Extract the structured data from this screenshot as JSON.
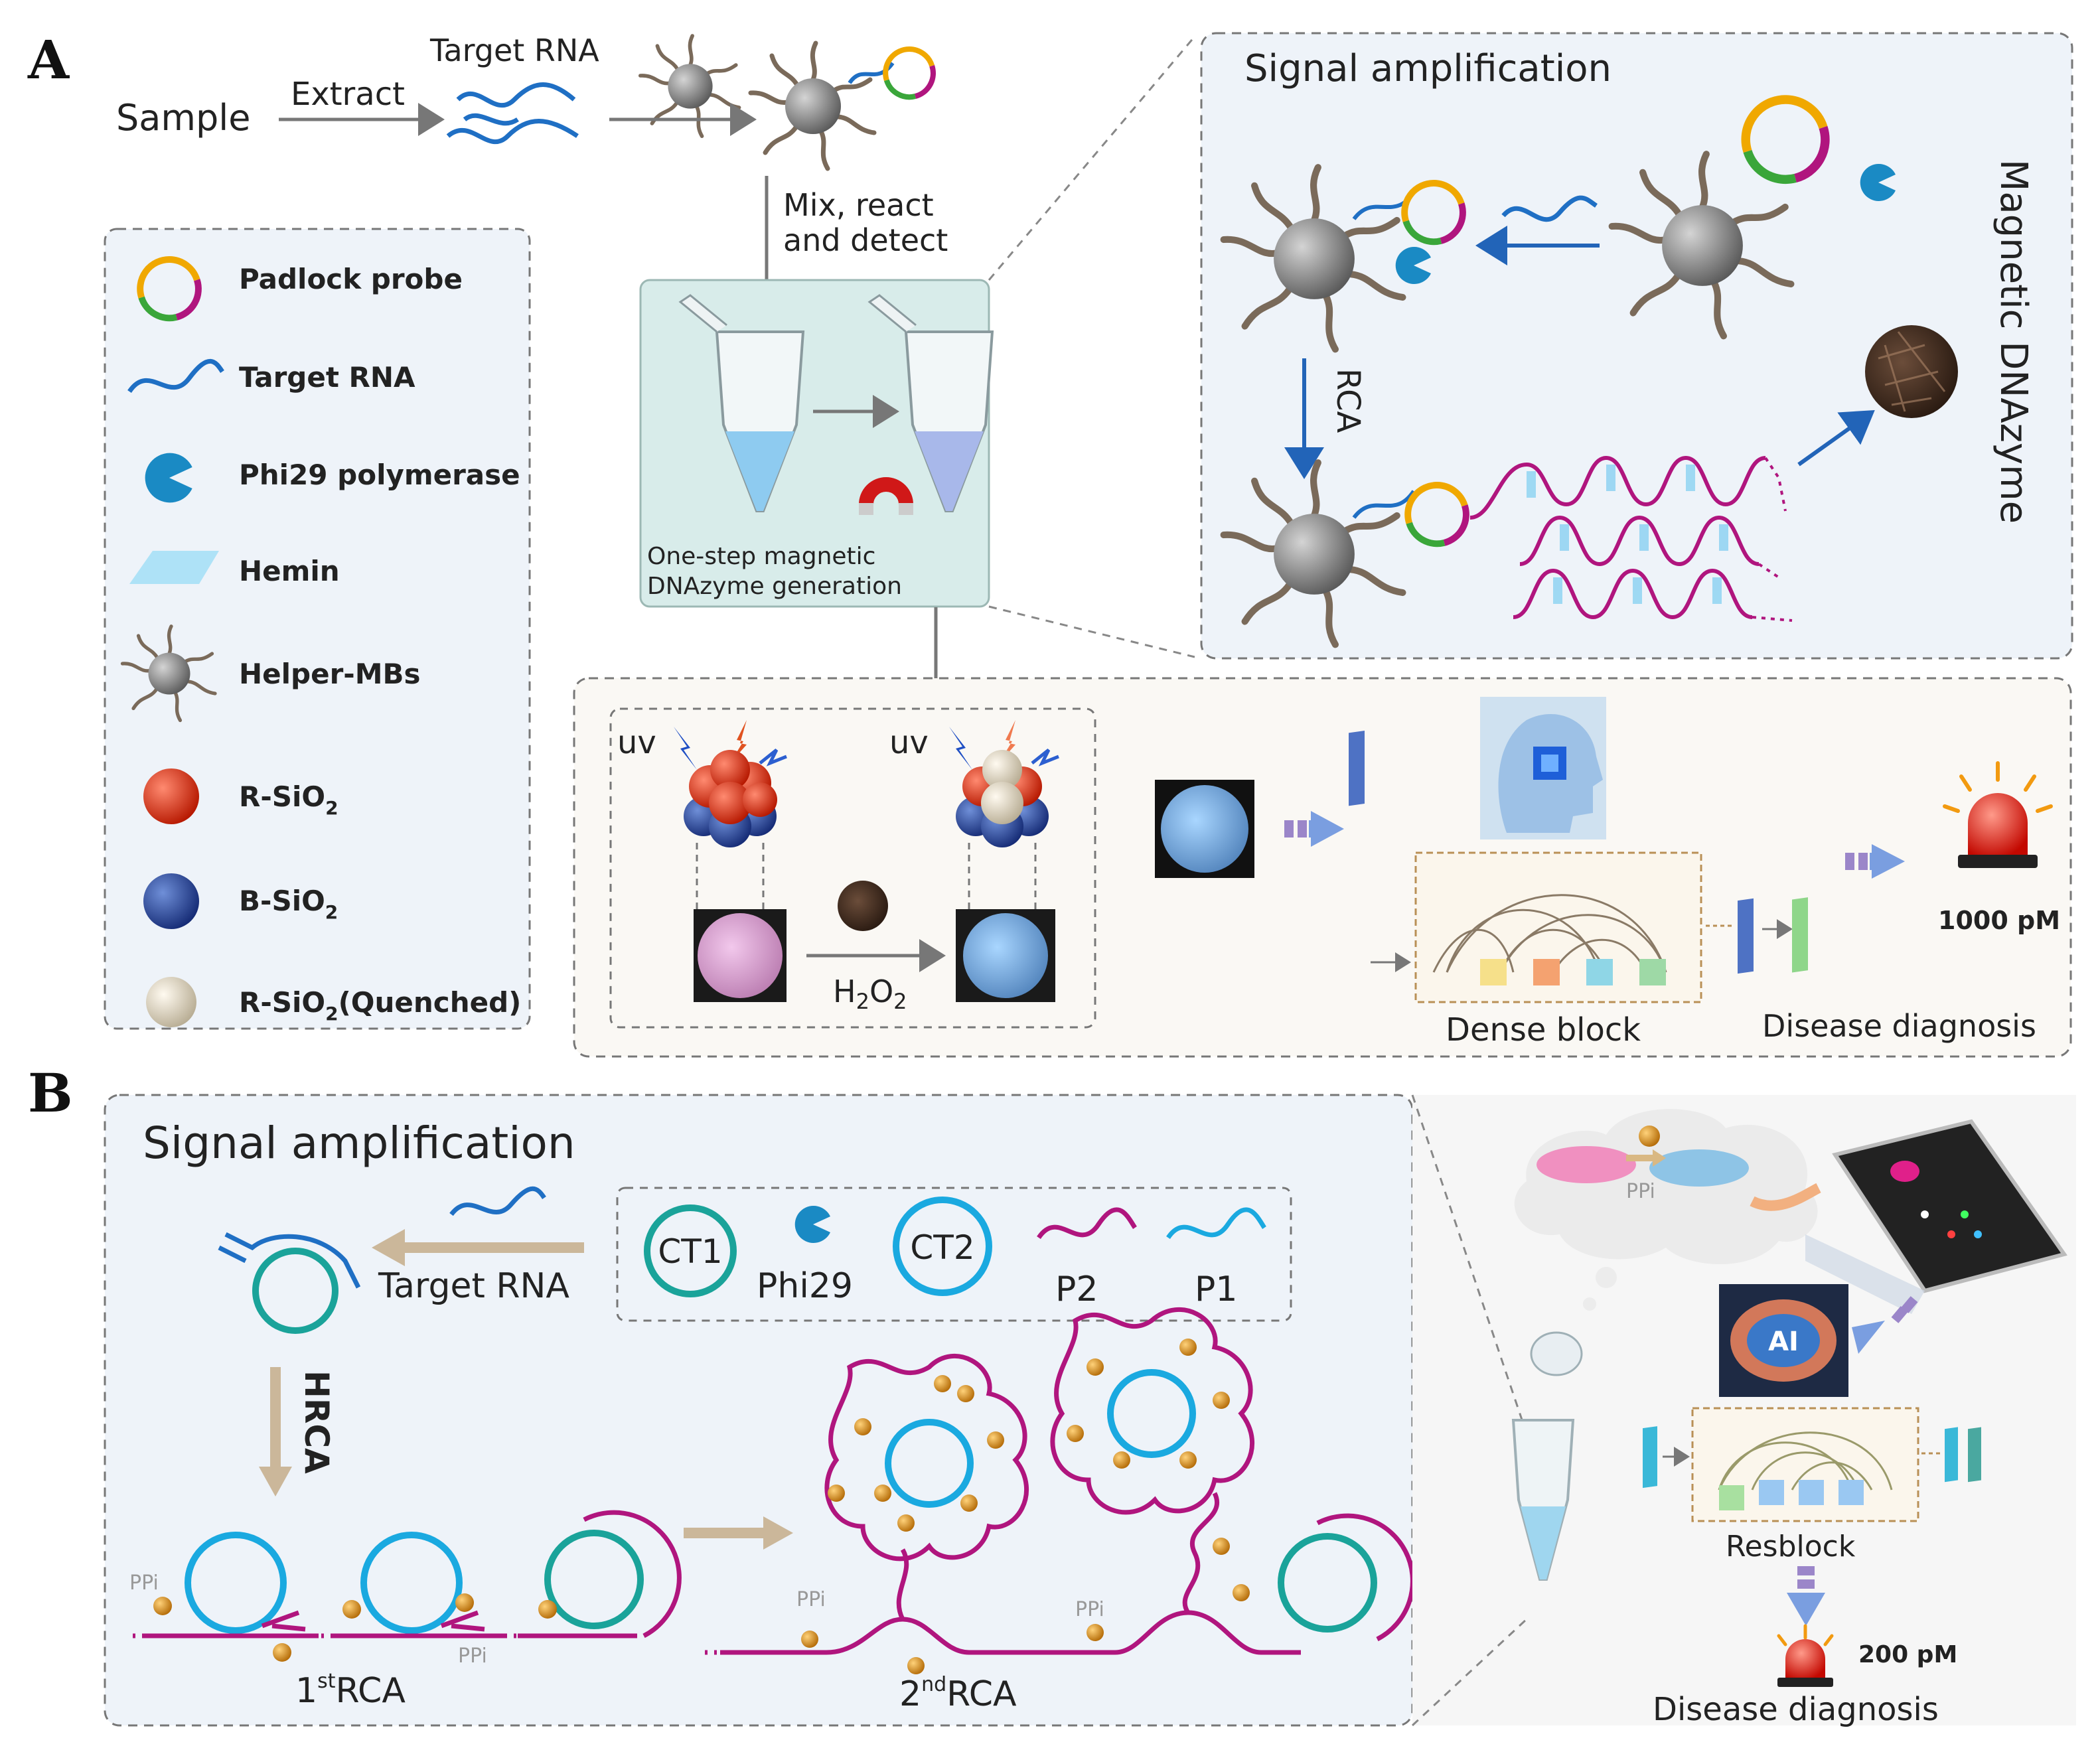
{
  "panel_a": {
    "letter": "A",
    "sample": "Sample",
    "extract": "Extract",
    "target_rna": "Target RNA",
    "mix_line1": "Mix, react",
    "mix_line2": "and detect",
    "one_step_line1": "One-step magnetic",
    "one_step_line2": "DNAzyme generation",
    "signal_amplification": "Signal amplification",
    "rca": "RCA",
    "magnetic_dnazyme": "Magnetic DNAzyme",
    "uv": "uv",
    "h2o2_main": "H",
    "h2o2_sub1": "2",
    "h2o2_mid": "O",
    "h2o2_sub2": "2",
    "dense_block": "Dense block",
    "disease_diagnosis": "Disease diagnosis",
    "concentration": "1000 pM",
    "legend": [
      {
        "label": "Padlock probe",
        "icon": "padlock-probe-icon"
      },
      {
        "label": "Target RNA",
        "icon": "target-rna-icon"
      },
      {
        "label": "Phi29 polymerase",
        "icon": "phi29-icon"
      },
      {
        "label": "Hemin",
        "icon": "hemin-icon"
      },
      {
        "label": "Helper-MBs",
        "icon": "helper-mb-icon"
      },
      {
        "label": "R-SiO",
        "sub": "2",
        "icon": "red-sphere-icon"
      },
      {
        "label": "B-SiO",
        "sub": "2",
        "icon": "blue-sphere-icon"
      },
      {
        "label": "R-SiO",
        "sub": "2",
        "suffix": "(Quenched)",
        "icon": "cream-sphere-icon"
      }
    ]
  },
  "panel_b": {
    "letter": "B",
    "signal_amplification": "Signal amplification",
    "target_rna": "Target RNA",
    "ct1": "CT1",
    "ct2": "CT2",
    "phi29": "Phi29",
    "p2": "P2",
    "p1": "P1",
    "hrca": "HRCA",
    "ppi": "PPi",
    "rca1_num": "1",
    "rca1_sup": "st",
    "rca2_num": "2",
    "rca2_sup": "nd",
    "rca_word": "RCA",
    "ai": "AI",
    "resblock": "Resblock",
    "concentration": "200 pM",
    "disease_diagnosis": "Disease diagnosis"
  },
  "colors": {
    "panel_bg": "#eef3f9",
    "tube_box": "#d8ecea",
    "rna_blue": "#1f6fc4",
    "rca_magenta": "#b0157e",
    "ppi_gold": "#d48a1c",
    "ct_teal": "#1aa39a",
    "ct_blue": "#1aa9e0",
    "alarm_red": "#e11a10"
  }
}
